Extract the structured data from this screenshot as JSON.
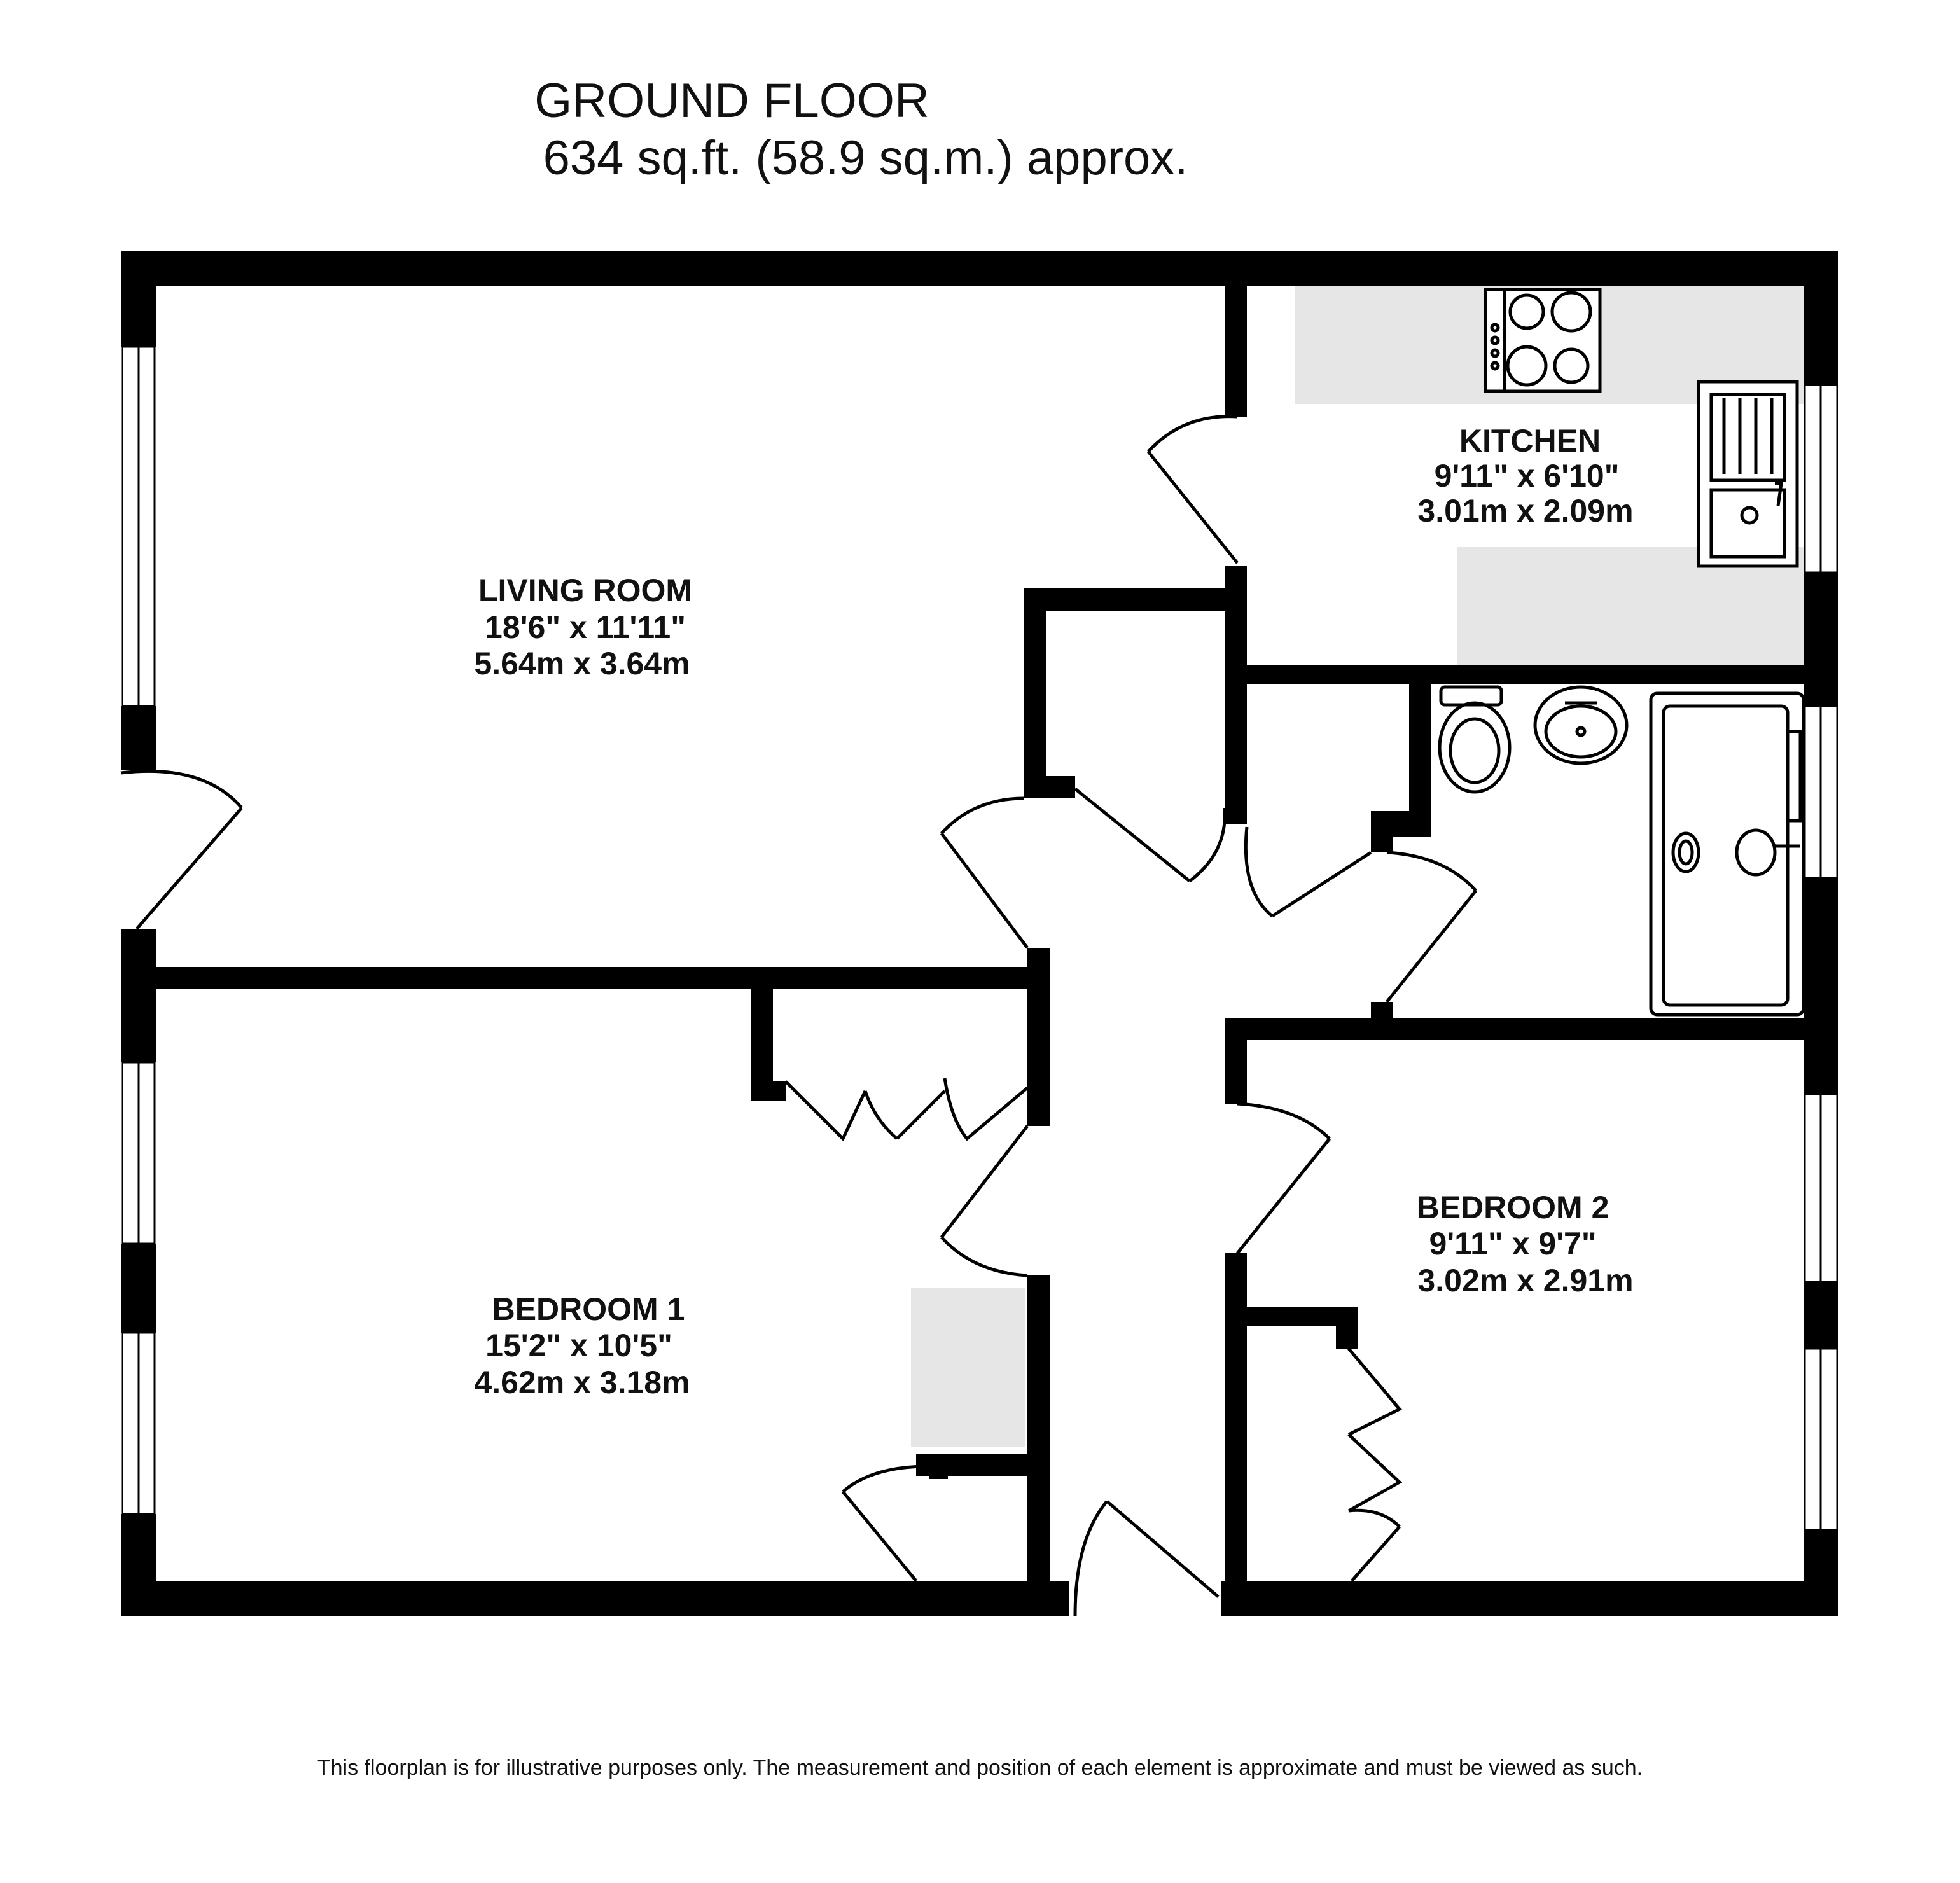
{
  "header": {
    "floor_name": "GROUND FLOOR",
    "area": "634 sq.ft. (58.9 sq.m.) approx."
  },
  "rooms": {
    "living_room": {
      "name": "LIVING ROOM",
      "imperial": "18'6\"  x 11'11\"",
      "metric": "5.64m  x 3.64m"
    },
    "kitchen": {
      "name": "KITCHEN",
      "imperial": "9'11\"  x 6'10\"",
      "metric": "3.01m  x 2.09m"
    },
    "bedroom_1": {
      "name": "BEDROOM 1",
      "imperial": "15'2\"  x 10'5\"",
      "metric": "4.62m  x 3.18m"
    },
    "bedroom_2": {
      "name": "BEDROOM 2",
      "imperial": "9'11\"  x 9'7\"",
      "metric": "3.02m  x 2.91m"
    }
  },
  "footer": {
    "disclaimer": "This floorplan is for illustrative purposes only. The measurement and position of each element is approximate and must be viewed as such."
  },
  "colors": {
    "wall": "#000000",
    "fixture_fill": "#e6e6e6"
  }
}
